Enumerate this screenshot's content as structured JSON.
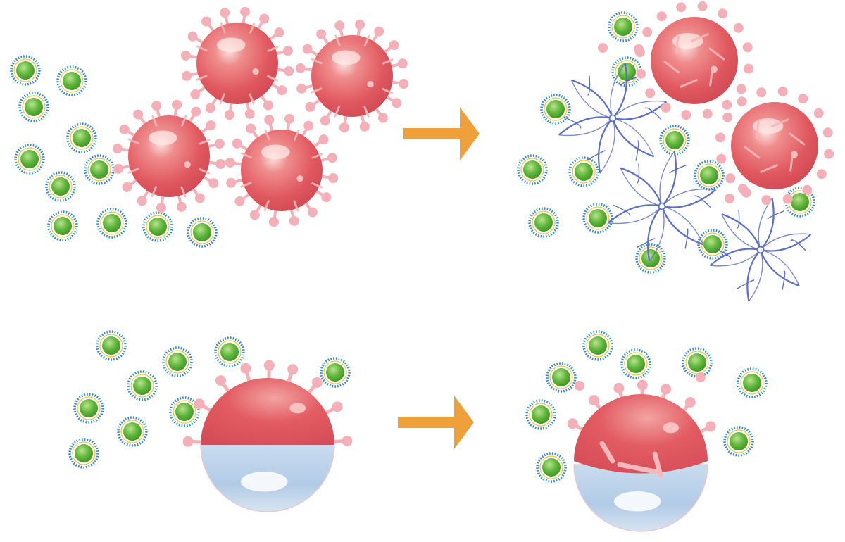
{
  "diagram": {
    "panels": [
      {
        "id": "top-left",
        "particles": "nanosponge-dots",
        "pathogens": "red-virus-spheres"
      },
      {
        "id": "top-right",
        "particles": "nanosponge-dots",
        "pathogens": "red-virus-spheres-with-toxins",
        "cells": "star-shaped-cells"
      },
      {
        "id": "bottom-left",
        "particles": "nanosponge-dots",
        "pathogens": "half-coated-capsule"
      },
      {
        "id": "bottom-right",
        "particles": "nanosponge-dots",
        "pathogens": "half-coated-capsule-bound"
      }
    ],
    "arrows": [
      "process-arrow-top",
      "process-arrow-bottom"
    ],
    "colors": {
      "virus": "#e0575e",
      "virus_highlight": "#f6b9b6",
      "spike": "#f4b0b8",
      "dot_core": "#5fb53a",
      "dot_ring": "#2f86d6",
      "arrow": "#f0a03a",
      "cell": "#5d6fc0",
      "capsule_lower": "#bcd4ea"
    }
  }
}
